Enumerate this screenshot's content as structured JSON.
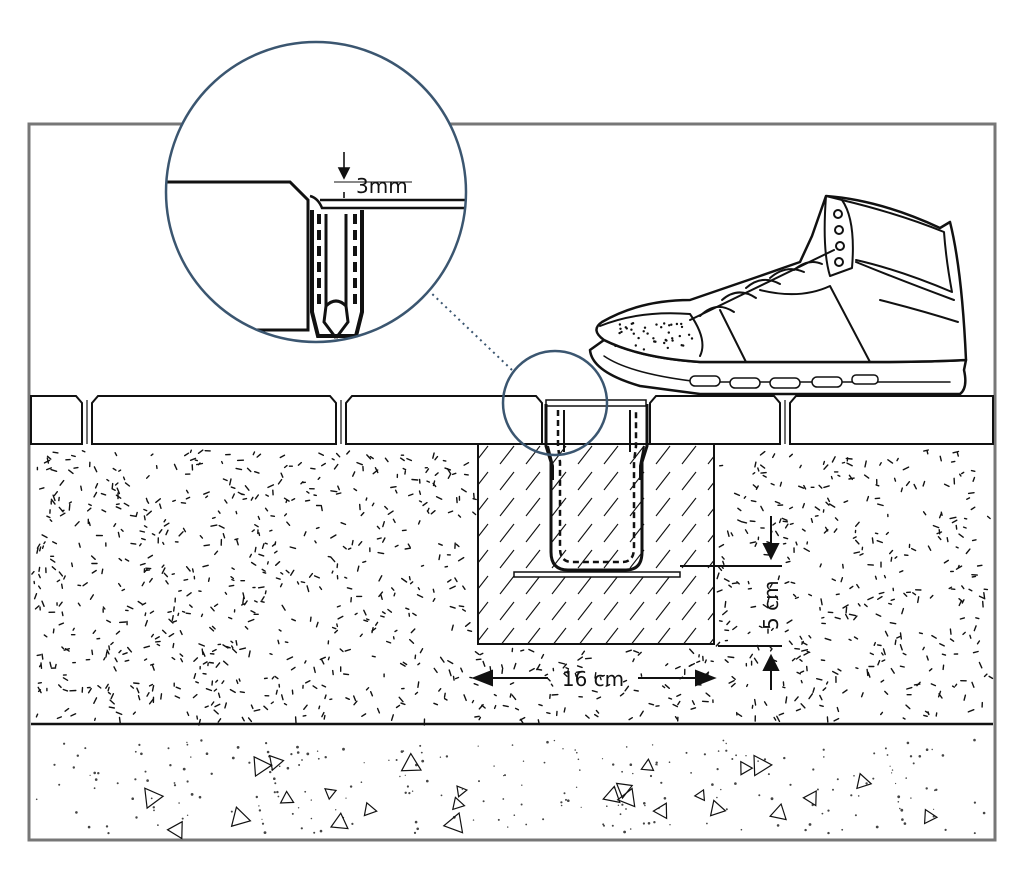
{
  "labels": {
    "gap": "3mm",
    "width": "16 cm",
    "depth": "5 cm"
  },
  "colors": {
    "line": "#111111",
    "frame": "#777777",
    "callout": "#3b5670"
  },
  "icons": {
    "shoe": "sneaker-icon"
  }
}
